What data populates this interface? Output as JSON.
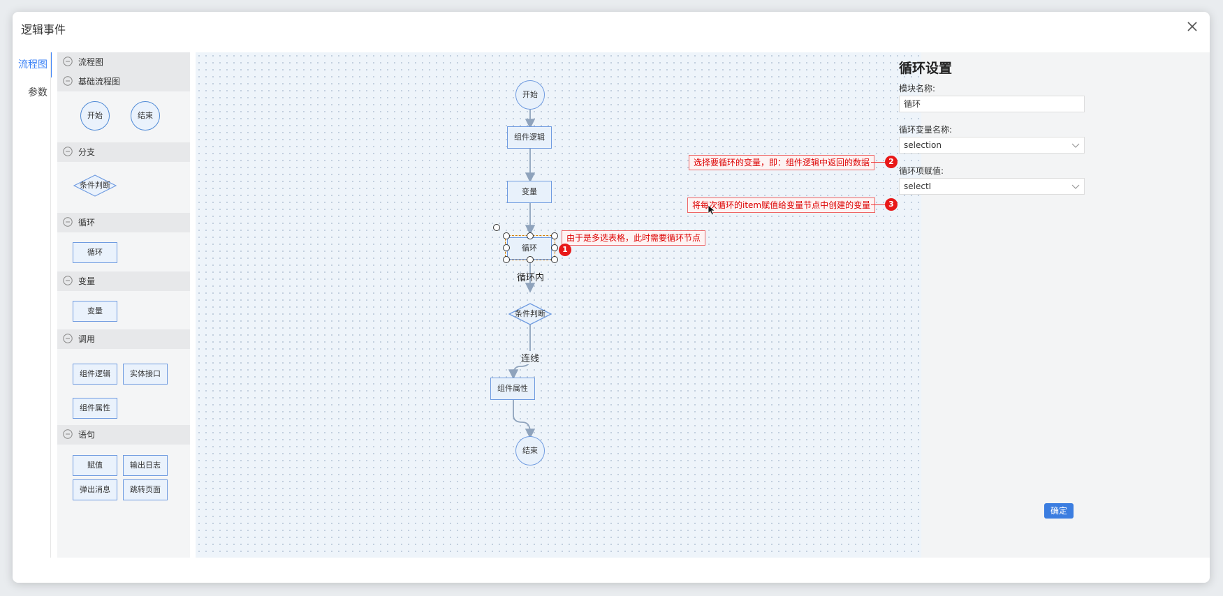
{
  "dialog": {
    "title": "逻辑事件",
    "confirm_label": "确定"
  },
  "tabs": [
    {
      "label": "流程图",
      "active": true
    },
    {
      "label": "参数",
      "active": false
    }
  ],
  "palette": {
    "root_label": "流程图",
    "groups": {
      "basic": {
        "label": "基础流程图",
        "items": [
          "开始",
          "结束"
        ]
      },
      "branch": {
        "label": "分支",
        "items": [
          "条件判断"
        ]
      },
      "loop": {
        "label": "循环",
        "items": [
          "循环"
        ]
      },
      "variable": {
        "label": "变量",
        "items": [
          "变量"
        ]
      },
      "call": {
        "label": "调用",
        "items": [
          "组件逻辑",
          "实体接口",
          "组件属性"
        ]
      },
      "statement": {
        "label": "语句",
        "items": [
          "赋值",
          "输出日志",
          "弹出消息",
          "跳转页面"
        ]
      }
    }
  },
  "flow": {
    "nodes": {
      "start": "开始",
      "component_logic": "组件逻辑",
      "variable": "变量",
      "loop": "循环",
      "condition": "条件判断",
      "component_attr": "组件属性",
      "end": "结束"
    },
    "edge_labels": {
      "loop_inner": "循环内",
      "connect": "连线"
    }
  },
  "annotations": [
    {
      "badge": "1",
      "text": "由于是多选表格，此时需要循环节点"
    },
    {
      "badge": "2",
      "text": "选择要循环的变量，即：组件逻辑中返回的数据"
    },
    {
      "badge": "3",
      "text": "将每次循环的item赋值给变量节点中创建的变量"
    }
  ],
  "panel": {
    "title": "循环设置",
    "module_name_label": "模块名称:",
    "module_name_value": "循环",
    "loop_var_label": "循环变量名称:",
    "loop_var_value": "selection",
    "loop_item_label": "循环项赋值:",
    "loop_item_value": "selectI"
  },
  "colors": {
    "accent": "#3b82f6",
    "node_border": "#6f9be0",
    "node_fill": "#e8f1fb",
    "annotation": "#e81818"
  }
}
